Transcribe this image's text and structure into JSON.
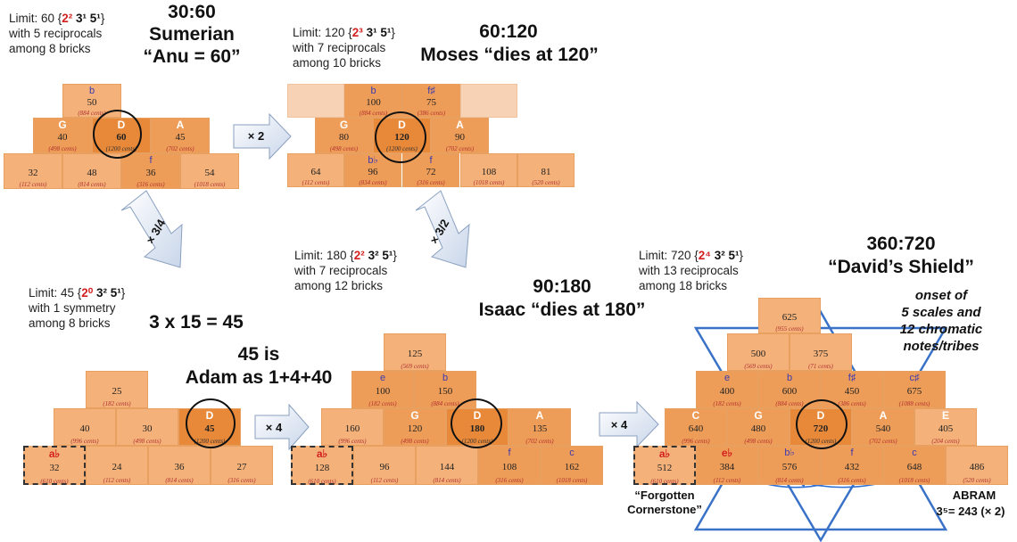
{
  "captions": {
    "c1": {
      "pre": "Limit: 60 {",
      "f1": "2²",
      "f2": " 3¹ 5¹",
      "post": "}",
      "l2": "with 5 reciprocals",
      "l3": "among 8 bricks"
    },
    "c2": {
      "pre": "Limit: 120 {",
      "f1": "2³",
      "f2": " 3¹ 5¹",
      "post": "}",
      "l2": "with 7 reciprocals",
      "l3": "among 10 bricks"
    },
    "c3": {
      "pre": "Limit: 180 {",
      "f1": "2²",
      "f2": " 3² 5¹",
      "post": "}",
      "l2": "with 7 reciprocals",
      "l3": "among 12 bricks"
    },
    "c4": {
      "pre": "Limit: 45 {",
      "f1": "2⁰",
      "f2": " 3² 5¹",
      "post": "}",
      "l2": "with 1 symmetry",
      "l3": "among 8 bricks"
    },
    "c5": {
      "pre": "Limit: 720 {",
      "f1": "2⁴",
      "f2": " 3² 5¹",
      "post": "}",
      "l2": "with 13 reciprocals",
      "l3": "among 18 bricks"
    }
  },
  "headings": {
    "h1a": "30:60",
    "h1b": "Sumerian",
    "h1c": "“Anu = 60”",
    "h2a": "60:120",
    "h2b": "Moses “dies at 120”",
    "h3a": "90:180",
    "h3b": "Isaac “dies at 180”",
    "h4": "3 x 15 = 45",
    "h5a": "45 is",
    "h5b": "Adam as 1+4+40",
    "h6a": "360:720",
    "h6b": "“David’s Shield”",
    "onset": [
      "onset of",
      "5 scales and",
      "12 chromatic",
      "notes/tribes"
    ],
    "forgotten": [
      "“Forgotten",
      "Cornerstone”"
    ],
    "abram": "ABRAM",
    "abram2": "3⁵= 243 (× 2)"
  },
  "arrows": {
    "a1": "× 2",
    "a2": "× 3/4",
    "a3": "× 3/2",
    "a4": "× 4",
    "a5": "× 4"
  },
  "bricks60": [
    {
      "nm": "b",
      "v": "50",
      "c": "(884 cents)"
    },
    {
      "nm": "G",
      "v": "40",
      "c": "(498 cents)"
    },
    {
      "nm": "D",
      "v": "60",
      "c": "(1200 cents)"
    },
    {
      "nm": "A",
      "v": "45",
      "c": "(702 cents)"
    },
    {
      "nm": "",
      "v": "32",
      "c": "(112 cents)"
    },
    {
      "nm": "",
      "v": "48",
      "c": "(814 cents)"
    },
    {
      "nm": "f",
      "v": "36",
      "c": "(316 cents)"
    },
    {
      "nm": "",
      "v": "54",
      "c": "(1018 cents)"
    }
  ],
  "bricks120": [
    {
      "nm": "b",
      "v": "100",
      "c": "(884 cents)"
    },
    {
      "nm": "f♯",
      "v": "75",
      "c": "(386 cents)"
    },
    {
      "nm": "G",
      "v": "80",
      "c": "(498 cents)"
    },
    {
      "nm": "D",
      "v": "120",
      "c": "(1200 cents)"
    },
    {
      "nm": "A",
      "v": "90",
      "c": "(702 cents)"
    },
    {
      "nm": "",
      "v": "64",
      "c": "(112 cents)"
    },
    {
      "nm": "b♭",
      "v": "96",
      "c": "(834 cents)"
    },
    {
      "nm": "f",
      "v": "72",
      "c": "(316 cents)"
    },
    {
      "nm": "",
      "v": "108",
      "c": "(1018 cents)"
    },
    {
      "nm": "",
      "v": "81",
      "c": "(520 cents)"
    }
  ],
  "bricks45": [
    {
      "nm": "",
      "v": "25",
      "c": "(182 cents)"
    },
    {
      "nm": "",
      "v": "40",
      "c": "(996 cents)"
    },
    {
      "nm": "",
      "v": "30",
      "c": "(498 cents)"
    },
    {
      "nm": "D",
      "v": "45",
      "c": "(1200 cents)"
    },
    {
      "nm": "a♭",
      "v": "32",
      "c": "(610 cents)"
    },
    {
      "nm": "",
      "v": "24",
      "c": "(112 cents)"
    },
    {
      "nm": "",
      "v": "36",
      "c": "(814 cents)"
    },
    {
      "nm": "",
      "v": "27",
      "c": "(316 cents)"
    }
  ],
  "bricks180": [
    {
      "nm": "",
      "v": "125",
      "c": "(569 cents)"
    },
    {
      "nm": "e",
      "v": "100",
      "c": "(182 cents)"
    },
    {
      "nm": "b",
      "v": "150",
      "c": "(884 cents)"
    },
    {
      "nm": "",
      "v": "160",
      "c": "(996 cents)"
    },
    {
      "nm": "G",
      "v": "120",
      "c": "(498 cents)"
    },
    {
      "nm": "D",
      "v": "180",
      "c": "(1200 cents)"
    },
    {
      "nm": "A",
      "v": "135",
      "c": "(702 cents)"
    },
    {
      "nm": "a♭",
      "v": "128",
      "c": "(610 cents)"
    },
    {
      "nm": "",
      "v": "96",
      "c": "(112 cents)"
    },
    {
      "nm": "",
      "v": "144",
      "c": "(814 cents)"
    },
    {
      "nm": "f",
      "v": "108",
      "c": "(316 cents)"
    },
    {
      "nm": "c",
      "v": "162",
      "c": "(1018 cents)"
    }
  ],
  "bricks720": [
    {
      "nm": "",
      "v": "625",
      "c": "(955 cents)"
    },
    {
      "nm": "",
      "v": "500",
      "c": "(569 cents)"
    },
    {
      "nm": "",
      "v": "375",
      "c": "(71 cents)"
    },
    {
      "nm": "e",
      "v": "400",
      "c": "(182 cents)"
    },
    {
      "nm": "b",
      "v": "600",
      "c": "(884 cents)"
    },
    {
      "nm": "f♯",
      "v": "450",
      "c": "(386 cents)"
    },
    {
      "nm": "c♯",
      "v": "675",
      "c": "(1088 cents)"
    },
    {
      "nm": "C",
      "v": "640",
      "c": "(996 cents)"
    },
    {
      "nm": "G",
      "v": "480",
      "c": "(498 cents)"
    },
    {
      "nm": "D",
      "v": "720",
      "c": "(1200 cents)"
    },
    {
      "nm": "A",
      "v": "540",
      "c": "(702 cents)"
    },
    {
      "nm": "E",
      "v": "405",
      "c": "(204 cents)"
    },
    {
      "nm": "a♭",
      "v": "512",
      "c": "(610 cents)"
    },
    {
      "nm": "e♭",
      "v": "384",
      "c": "(112 cents)"
    },
    {
      "nm": "b♭",
      "v": "576",
      "c": "(814 cents)"
    },
    {
      "nm": "f",
      "v": "432",
      "c": "(316 cents)"
    },
    {
      "nm": "c",
      "v": "648",
      "c": "(1018 cents)"
    },
    {
      "nm": "",
      "v": "486",
      "c": "(520 cents)"
    }
  ]
}
